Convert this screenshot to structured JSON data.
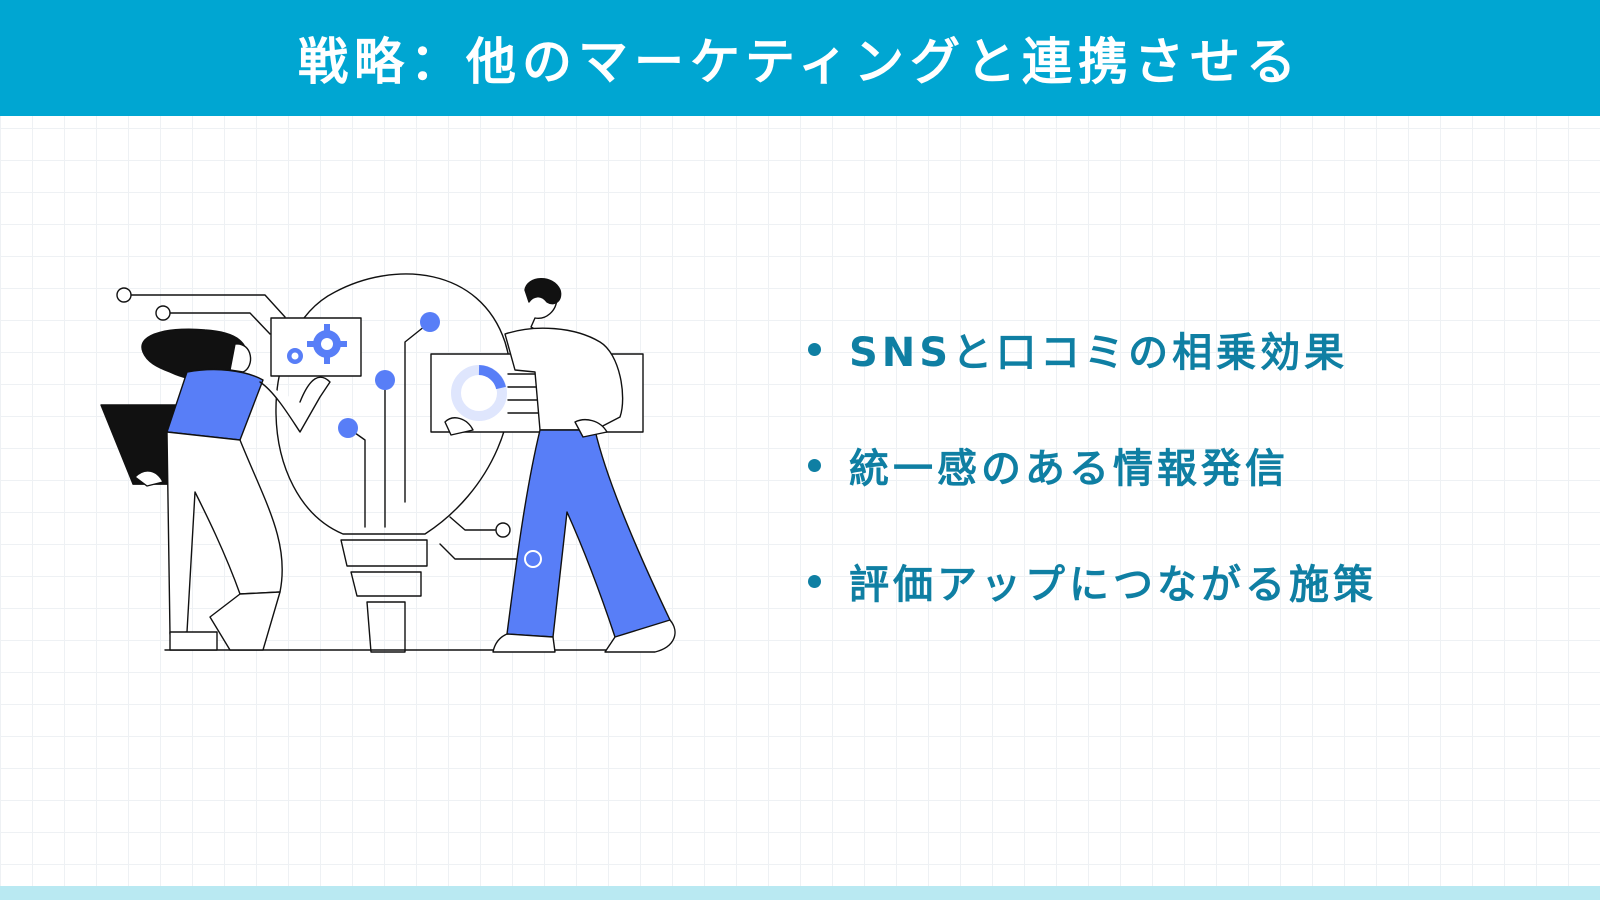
{
  "header": {
    "title": "戦略：他のマーケティングと連携させる",
    "background_color": "#00a6d2",
    "text_color": "#ffffff"
  },
  "illustration": {
    "icons": [
      "lightbulb-icon",
      "gear-icon",
      "donut-chart-icon",
      "laptop-icon"
    ],
    "accent_color": "#587ef7"
  },
  "bullets": {
    "items": [
      {
        "label": "SNSと口コミの相乗効果"
      },
      {
        "label": "統一感のある情報発信"
      },
      {
        "label": "評価アップにつながる施策"
      }
    ],
    "text_color": "#0f7fa3"
  },
  "footer": {
    "color": "#b9e9f2"
  }
}
